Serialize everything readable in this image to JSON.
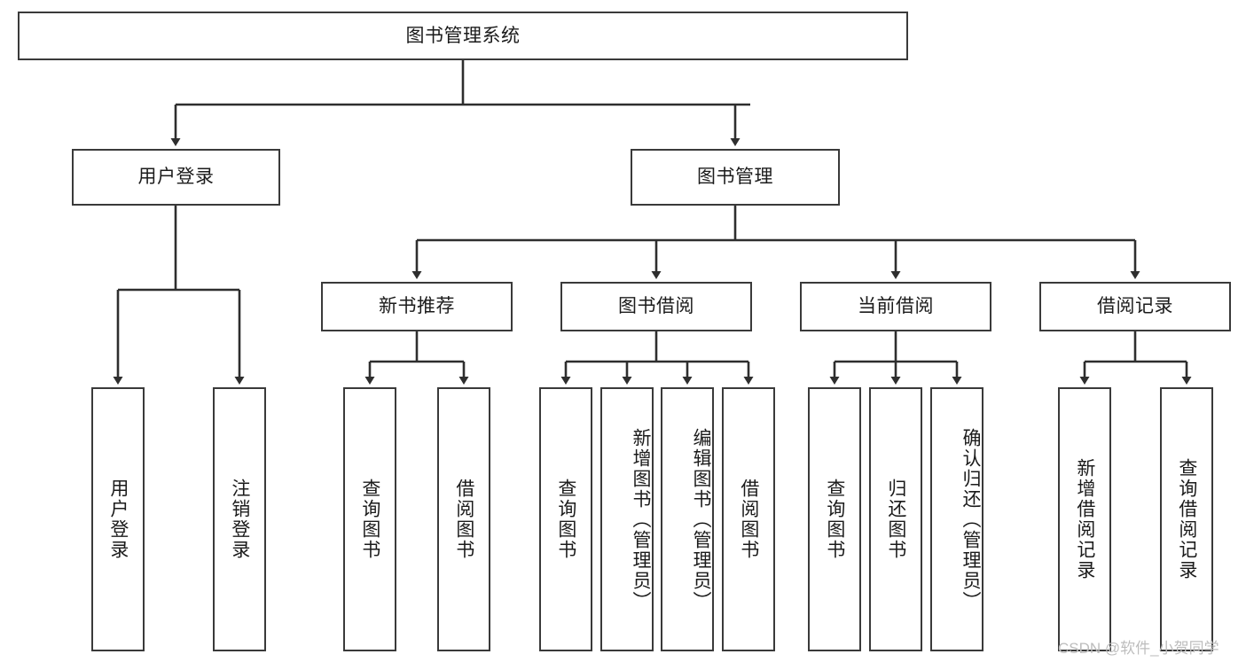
{
  "diagram": {
    "type": "hierarchy-tree",
    "title": "图书管理系统",
    "root": {
      "id": "root",
      "label": "图书管理系统"
    },
    "level2": [
      {
        "id": "user-login",
        "label": "用户登录"
      },
      {
        "id": "book-management",
        "label": "图书管理"
      }
    ],
    "level3": [
      {
        "id": "new-book-recommend",
        "label": "新书推荐",
        "parent": "book-management"
      },
      {
        "id": "book-borrow",
        "label": "图书借阅",
        "parent": "book-management"
      },
      {
        "id": "current-borrow",
        "label": "当前借阅",
        "parent": "book-management"
      },
      {
        "id": "borrow-record",
        "label": "借阅记录",
        "parent": "book-management"
      }
    ],
    "leaves": [
      {
        "id": "leaf-user-login",
        "label": "用户登录",
        "parent": "user-login"
      },
      {
        "id": "leaf-logout",
        "label": "注销登录",
        "parent": "user-login"
      },
      {
        "id": "leaf-query-book-1",
        "label": "查询图书",
        "parent": "new-book-recommend"
      },
      {
        "id": "leaf-borrow-book-1",
        "label": "借阅图书",
        "parent": "new-book-recommend"
      },
      {
        "id": "leaf-query-book-2",
        "label": "查询图书",
        "parent": "book-borrow"
      },
      {
        "id": "leaf-add-book",
        "label": "新增图书（管理员）",
        "parent": "book-borrow"
      },
      {
        "id": "leaf-edit-book",
        "label": "编辑图书（管理员）",
        "parent": "book-borrow"
      },
      {
        "id": "leaf-borrow-book-2",
        "label": "借阅图书",
        "parent": "book-borrow"
      },
      {
        "id": "leaf-query-book-3",
        "label": "查询图书",
        "parent": "current-borrow"
      },
      {
        "id": "leaf-return-book",
        "label": "归还图书",
        "parent": "current-borrow"
      },
      {
        "id": "leaf-confirm-return",
        "label": "确认归还（管理员）",
        "parent": "current-borrow"
      },
      {
        "id": "leaf-add-record",
        "label": "新增借阅记录",
        "parent": "borrow-record"
      },
      {
        "id": "leaf-query-record",
        "label": "查询借阅记录",
        "parent": "borrow-record"
      }
    ]
  },
  "watermark": {
    "text": "CSDN @软件_小贺同学"
  },
  "colors": {
    "stroke": "#3a3a3a",
    "box_fill": "#ffffff",
    "text": "#1b1b1b",
    "watermark": "#bdbdbd",
    "background": "#ffffff"
  }
}
